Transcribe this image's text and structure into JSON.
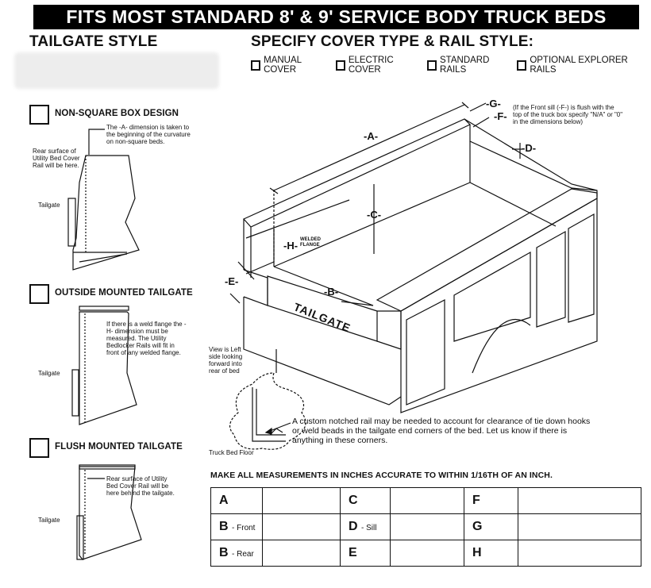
{
  "header": {
    "title": "FITS MOST STANDARD 8' & 9' SERVICE BODY TRUCK BEDS"
  },
  "tailgate_section": {
    "title": "TAILGATE STYLE",
    "options": [
      {
        "label": "NON-SQUARE BOX DESIGN"
      },
      {
        "label": "OUTSIDE MOUNTED TAILGATE"
      },
      {
        "label": "FLUSH MOUNTED TAILGATE"
      }
    ],
    "notes": {
      "nonsquare": "The -A- dimension is taken to the beginning of the curvature on non-square beds.",
      "rear_surface": "Rear surface of Utility Bed Cover Rail will be here.",
      "tailgate": "Tailgate",
      "outside": "If there is a weld flange the -H- dimension must be measured. The Utility Bedlocker Rails will fit in front of any welded flange.",
      "flush": "Rear surface of Utility Bed Cover Rail will be here behind the tailgate."
    }
  },
  "cover_section": {
    "title": "SPECIFY COVER TYPE & RAIL STYLE:",
    "options": [
      "MANUAL COVER",
      "ELECTRIC COVER",
      "STANDARD RAILS",
      "OPTIONAL EXPLORER RAILS"
    ]
  },
  "diagram": {
    "dims": {
      "A": "-A-",
      "C": "-C-",
      "D": "-D-",
      "E": "-E-",
      "B": "-B-",
      "G": "-G-",
      "F": "-F-",
      "H": "-H-"
    },
    "welded_flange": "WELDED FLANGE",
    "tailgate_word": "TAILGATE",
    "front_sill_note": "(If the Front sill (-F-) is flush with the top of the truck box specify \"N/A\" or \"0\" in the dimensions below)",
    "view_note": "View is Left side looking forward into rear of bed",
    "floor_label": "Truck Bed Floor",
    "notch_note": "A custom notched rail may be needed to account for clearance of tie down hooks or weld beads in the tailgate end corners of the bed. Let us know if there is anything in these corners."
  },
  "measurements": {
    "title": "MAKE ALL MEASUREMENTS IN INCHES ACCURATE TO WITHIN 1/16TH OF AN INCH.",
    "rows": [
      [
        {
          "k": "A",
          "s": ""
        },
        {
          "k": "C",
          "s": ""
        },
        {
          "k": "F",
          "s": ""
        }
      ],
      [
        {
          "k": "B",
          "s": "- Front"
        },
        {
          "k": "D",
          "s": "- Sill"
        },
        {
          "k": "G",
          "s": ""
        }
      ],
      [
        {
          "k": "B",
          "s": "- Rear"
        },
        {
          "k": "E",
          "s": ""
        },
        {
          "k": "H",
          "s": ""
        }
      ]
    ]
  }
}
